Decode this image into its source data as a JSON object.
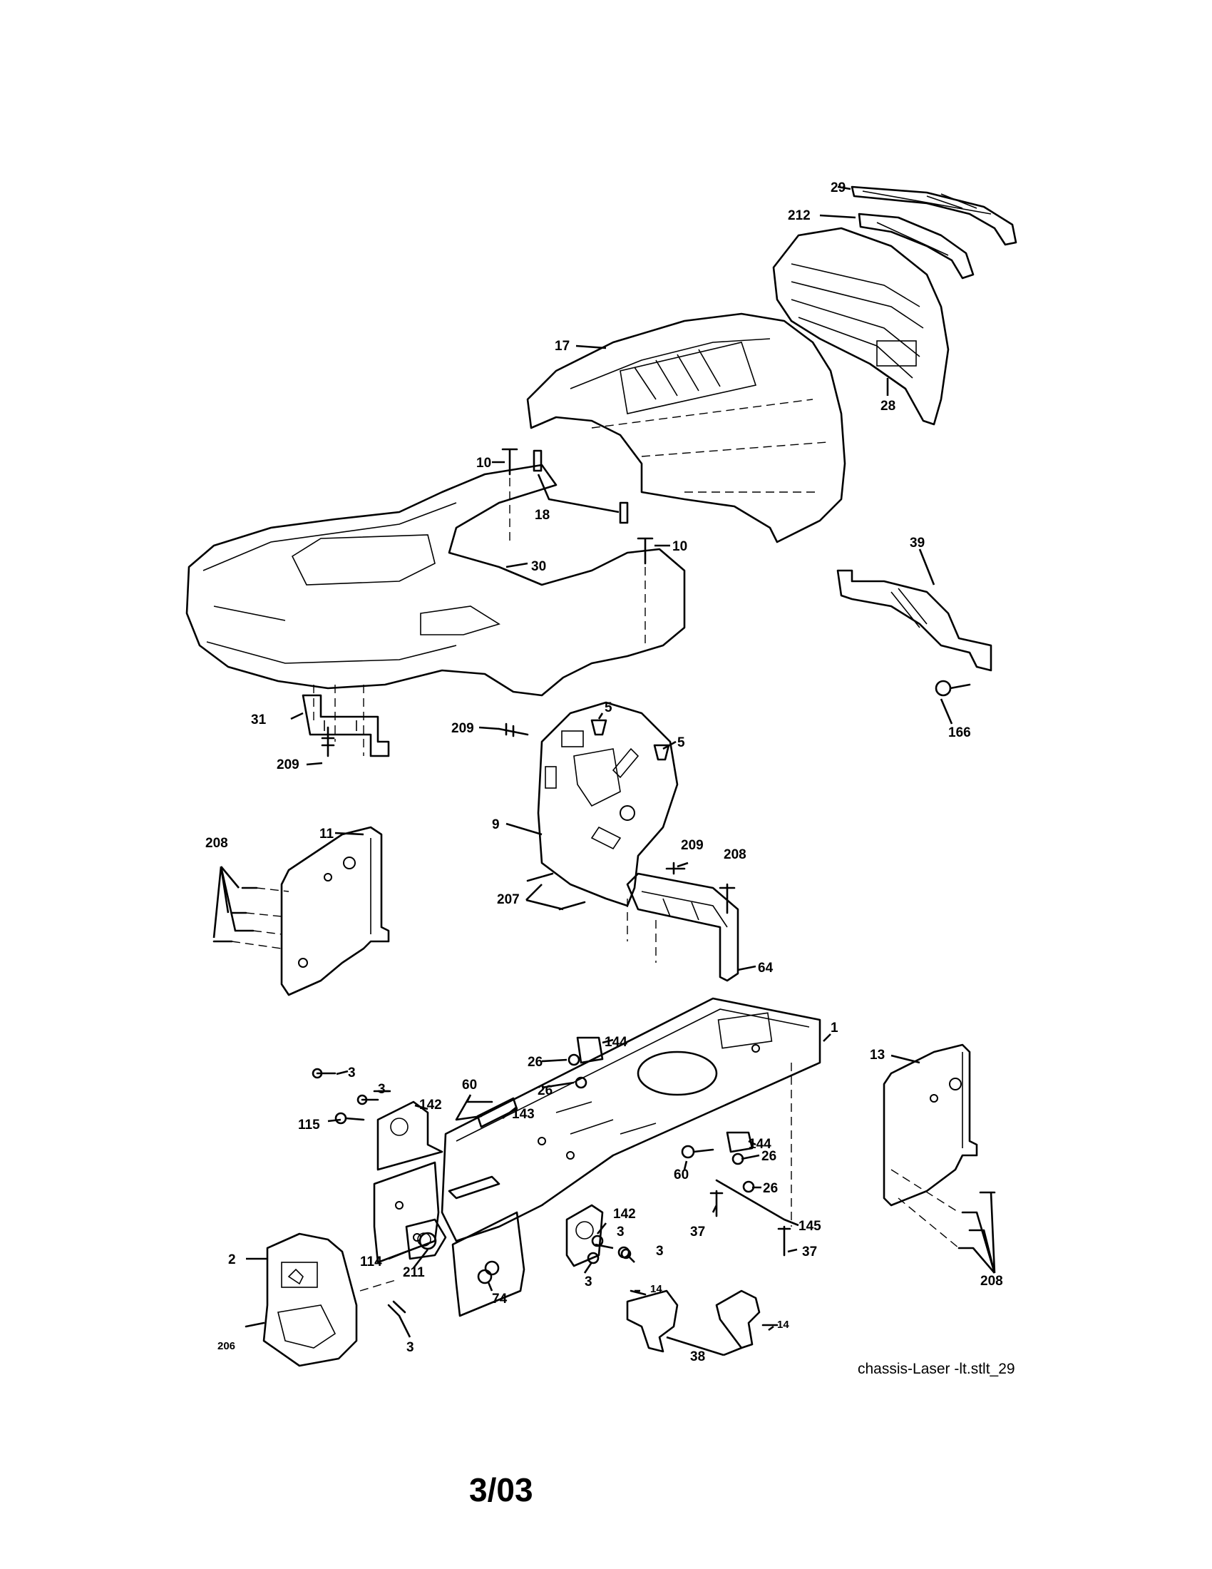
{
  "diagram": {
    "file_label": "chassis-Laser -lt.stlt_29",
    "revision": "3/03",
    "callouts": [
      {
        "id": "c29",
        "text": "29"
      },
      {
        "id": "c212",
        "text": "212"
      },
      {
        "id": "c17",
        "text": "17"
      },
      {
        "id": "c28",
        "text": "28"
      },
      {
        "id": "c10a",
        "text": "10"
      },
      {
        "id": "c18",
        "text": "18"
      },
      {
        "id": "c10b",
        "text": "10"
      },
      {
        "id": "c30",
        "text": "30"
      },
      {
        "id": "c39",
        "text": "39"
      },
      {
        "id": "c31",
        "text": "31"
      },
      {
        "id": "c209a",
        "text": "209"
      },
      {
        "id": "c166",
        "text": "166"
      },
      {
        "id": "c5a",
        "text": "5"
      },
      {
        "id": "c5b",
        "text": "5"
      },
      {
        "id": "c209b",
        "text": "209"
      },
      {
        "id": "c9",
        "text": "9"
      },
      {
        "id": "c208a",
        "text": "208"
      },
      {
        "id": "c11",
        "text": "11"
      },
      {
        "id": "c209c",
        "text": "209"
      },
      {
        "id": "c208b",
        "text": "208"
      },
      {
        "id": "c207",
        "text": "207"
      },
      {
        "id": "c64",
        "text": "64"
      },
      {
        "id": "c1",
        "text": "1"
      },
      {
        "id": "c144a",
        "text": "144"
      },
      {
        "id": "c26a",
        "text": "26"
      },
      {
        "id": "c26b",
        "text": "26"
      },
      {
        "id": "c13",
        "text": "13"
      },
      {
        "id": "c3a",
        "text": "3"
      },
      {
        "id": "c3b",
        "text": "3"
      },
      {
        "id": "c60a",
        "text": "60"
      },
      {
        "id": "c142a",
        "text": "142"
      },
      {
        "id": "c143",
        "text": "143"
      },
      {
        "id": "c115",
        "text": "115"
      },
      {
        "id": "c144b",
        "text": "144"
      },
      {
        "id": "c26c",
        "text": "26"
      },
      {
        "id": "c60b",
        "text": "60"
      },
      {
        "id": "c26d",
        "text": "26"
      },
      {
        "id": "c142b",
        "text": "142"
      },
      {
        "id": "c3c",
        "text": "3"
      },
      {
        "id": "c37a",
        "text": "37"
      },
      {
        "id": "c145",
        "text": "145"
      },
      {
        "id": "c2",
        "text": "2"
      },
      {
        "id": "c114",
        "text": "114"
      },
      {
        "id": "c211",
        "text": "211"
      },
      {
        "id": "c3d",
        "text": "3"
      },
      {
        "id": "c3e",
        "text": "3"
      },
      {
        "id": "c37b",
        "text": "37"
      },
      {
        "id": "c208c",
        "text": "208"
      },
      {
        "id": "c74",
        "text": "74"
      },
      {
        "id": "c14a",
        "text": "14"
      },
      {
        "id": "c14b",
        "text": "14"
      },
      {
        "id": "c206",
        "text": "206"
      },
      {
        "id": "c3f",
        "text": "3"
      },
      {
        "id": "c38",
        "text": "38"
      }
    ]
  }
}
